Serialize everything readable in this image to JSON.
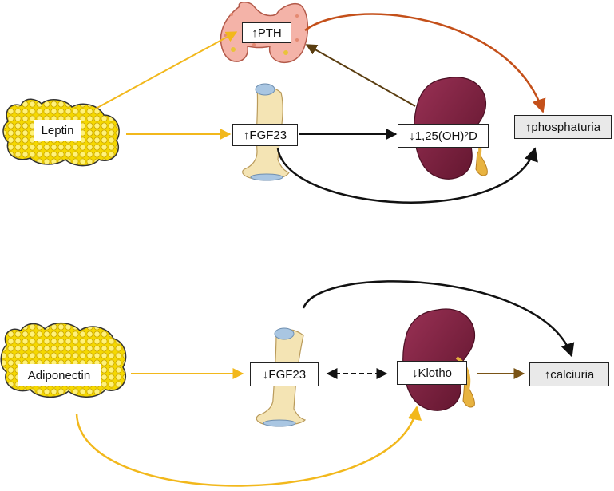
{
  "top_panel": {
    "leptin": "Leptin",
    "pth": "↑PTH",
    "fgf23": "↑FGF23",
    "vitd_prefix": "↓1,25(OH)",
    "vitd_sub": "2",
    "vitd_suffix": "D",
    "phosphaturia": "↑phosphaturia"
  },
  "bottom_panel": {
    "adiponectin": "Adiponectin",
    "fgf23": "↓FGF23",
    "klotho": "↓Klotho",
    "calciuria": "↑calciuria"
  },
  "colors": {
    "fat_yellow": "#f5d800",
    "arrow_yellow": "#f2b81c",
    "arrow_black": "#111111",
    "arrow_brown_pth": "#5a3d10",
    "arrow_orange": "#c4501a",
    "arrow_brown_klotho": "#7a5416",
    "kidney": "#7b1f3e",
    "thyroid": "#f4b3a8",
    "bone": "#f4e4b4",
    "cartilage": "#a9c6e2"
  }
}
